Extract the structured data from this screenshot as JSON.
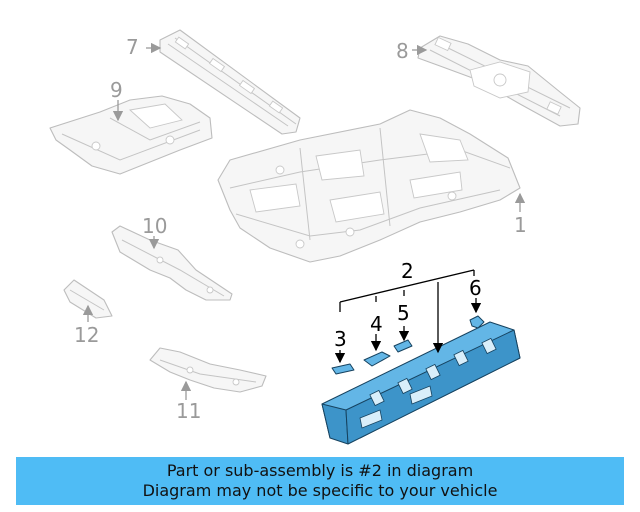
{
  "callouts": {
    "c1": "1",
    "c2": "2",
    "c3": "3",
    "c4": "4",
    "c5": "5",
    "c6": "6",
    "c7": "7",
    "c8": "8",
    "c9": "9",
    "c10": "10",
    "c11": "11",
    "c12": "12"
  },
  "banner": {
    "line1": "Part or sub-assembly is #2 in diagram",
    "line2": "Diagram may not be specific to your vehicle"
  },
  "colors": {
    "highlight": "#63b6e6",
    "banner": "#4fbcf5",
    "other_parts": "#bdbdbd"
  }
}
